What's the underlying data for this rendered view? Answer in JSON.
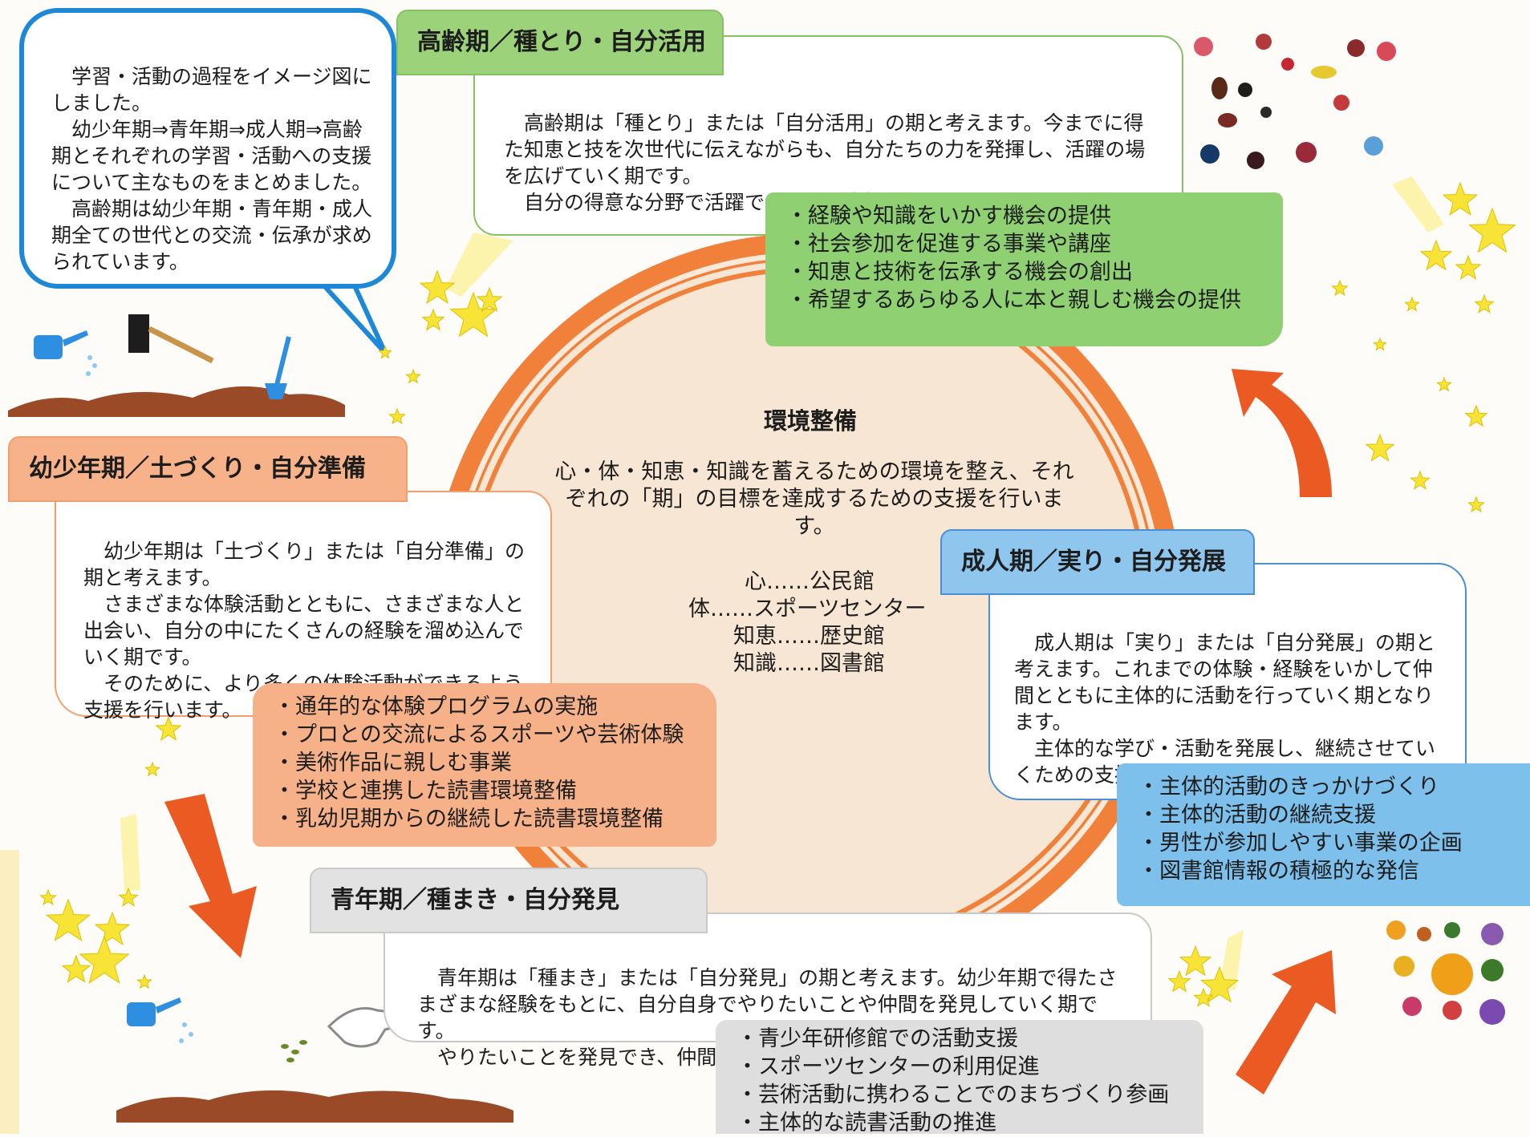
{
  "intro": {
    "text": "　学習・活動の過程をイメージ図にしました。\n　幼少年期⇒青年期⇒成人期⇒高齢期とそれぞれの学習・活動への支援について主なものをまとめました。\n　高齢期は幼少年期・青年期・成人期全ての世代との交流・伝承が求められています。"
  },
  "center": {
    "title": "環境整備",
    "description": "心・体・知恵・知識を蓄えるための環境を整え、それぞれの「期」の目標を達成するための支援を行います。",
    "mapping": [
      "心……公民館",
      "体……スポーツセンター",
      "知恵……歴史館",
      "知識……図書館"
    ]
  },
  "stages": {
    "elderly": {
      "title": "高齢期／種とり・自分活用",
      "text": "　高齢期は「種とり」または「自分活用」の期と考えます。今までに得た知恵と技を次世代に伝えながらも、自分たちの力を発揮し、活躍の場を広げていく期です。\n　自分の得意な分野で活躍できるよう支援を行います。",
      "items": [
        "・経験や知識をいかす機会の提供",
        "・社会参加を促進する事業や講座",
        "・知恵と技術を伝承する機会の創出",
        "・希望するあらゆる人に本と親しむ機会の提供"
      ]
    },
    "childhood": {
      "title": "幼少年期／土づくり・自分準備",
      "text": "　幼少年期は「土づくり」または「自分準備」の期と考えます。\n　さまざまな体験活動とともに、さまざまな人と出会い、自分の中にたくさんの経験を溜め込んでいく期です。\n　そのために、より多くの体験活動ができるよう支援を行います。",
      "items": [
        "・通年的な体験プログラムの実施",
        "・プロとの交流によるスポーツや芸術体験",
        "・美術作品に親しむ事業",
        "・学校と連携した読書環境整備",
        "・乳幼児期からの継続した読書環境整備"
      ]
    },
    "adult": {
      "title": "成人期／実り・自分発展",
      "text": "　成人期は「実り」または「自分発展」の期と考えます。これまでの体験・経験をいかして仲間とともに主体的に活動を行っていく期となります。\n　主体的な学び・活動を発展し、継続させていくための支援を行います。",
      "items": [
        "・主体的活動のきっかけづくり",
        "・主体的活動の継続支援",
        "・男性が参加しやすい事業の企画",
        "・図書館情報の積極的な発信"
      ]
    },
    "youth": {
      "title": "青年期／種まき・自分発見",
      "text": "　青年期は「種まき」または「自分発見」の期と考えます。幼少年期で得たさまざまな経験をもとに、自分自身でやりたいことや仲間を発見していく期です。\n　やりたいことを発見でき、仲間づくりができるような支援を行います。",
      "items": [
        "・青少年研修館での活動支援",
        "・スポーツセンターの利用促進",
        "・芸術活動に携わることでのまちづくり参画",
        "・主体的な読書活動の推進"
      ]
    }
  },
  "colors": {
    "ring": "#f0803a",
    "ring_fill": "#f8e6d4",
    "arrow": "#ec5a24",
    "elderly": "#9bd27a",
    "childhood": "#f7b289",
    "adult": "#8fc6ee",
    "youth": "#e2e2e2",
    "bubble": "#1e88d8",
    "star": "#f7e437"
  },
  "icons": [
    "watering-can-icon",
    "hoe-icon",
    "shovel-icon",
    "soil-icon",
    "seeds-icon",
    "hand-icon",
    "star-icon",
    "vegetables-icon",
    "seed-pods-icon"
  ]
}
